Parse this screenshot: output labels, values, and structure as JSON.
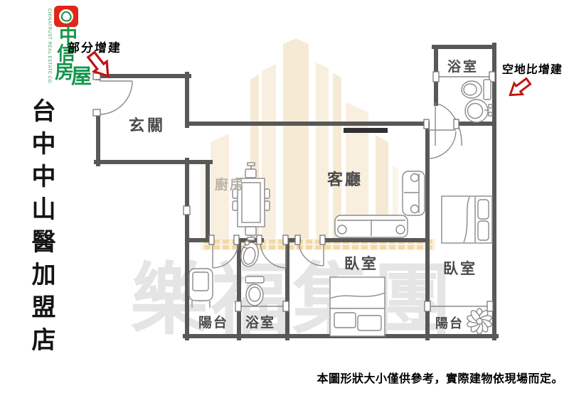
{
  "branding": {
    "company_en": "CHINATRUST REAL ESTATE CO.",
    "company_zh_chars": [
      "中",
      "信",
      "房",
      "屋"
    ],
    "store_name": "台中中山醫加盟店",
    "brand_green": "#14964b",
    "brand_red": "#e02718"
  },
  "annotations": {
    "top_left": "部分增建",
    "top_right": "空地比增建",
    "arrow_color": "#c21212"
  },
  "rooms": {
    "entrance": "玄關",
    "kitchen": "廚房",
    "living": "客廳",
    "bath_top": "浴室",
    "bedroom_mid": "臥室",
    "bedroom_right": "臥室",
    "balcony_left": "陽台",
    "bath_bottom": "浴室",
    "balcony_right": "陽台"
  },
  "watermark": {
    "text": "樂福集團",
    "color": "#e5e5e5"
  },
  "icons": {
    "logo_emblem": "chinatrust-flower-emblem",
    "annotation_arrow": "block-arrow",
    "balcony_plant": "flower-icon"
  },
  "disclaimer": "本圖形狀大小僅供參考，實際建物依現場而定。"
}
